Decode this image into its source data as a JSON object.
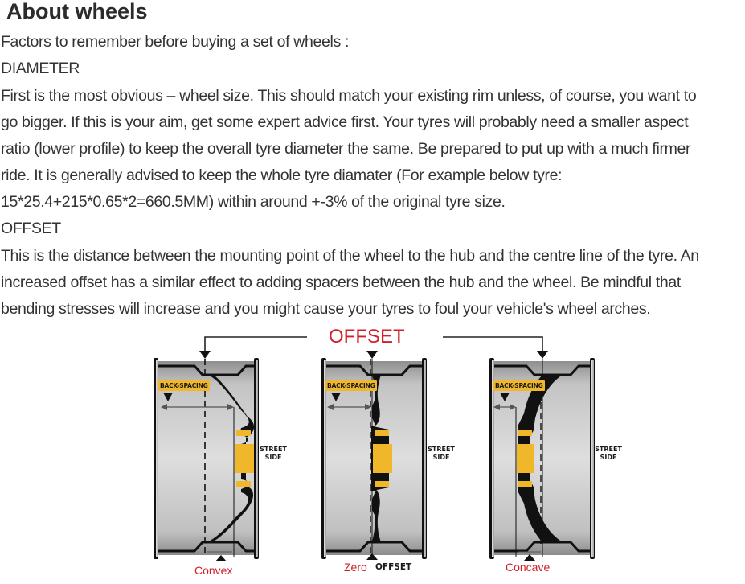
{
  "title": "About wheels",
  "intro": "Factors to remember before buying a set of wheels :",
  "sections": [
    {
      "heading": "DIAMETER",
      "lines": [
        "First is the most obvious – wheel size. This should match your existing rim unless, of course, you want to",
        "go bigger. If this is your aim, get some expert advice first. Your tyres will probably need a smaller aspect",
        "ratio (lower profile) to keep the overall tyre diameter the same. Be prepared to put up with a much firmer",
        "ride. It is generally advised to keep the whole tyre diamater (For example below tyre:",
        "15*25.4+215*0.65*2=660.5MM) within around +-3% of the original tyre size."
      ]
    },
    {
      "heading": "OFFSET",
      "lines": [
        "This is the distance between the mounting point of the wheel to the hub and the centre line of the tyre. An",
        "increased offset has a similar effect to adding spacers between the hub and the wheel. Be mindful that",
        "bending stresses will increase and you might cause your tyres to foul your vehicle's wheel arches."
      ]
    }
  ],
  "diagram": {
    "header_label": "OFFSET",
    "colors": {
      "accent_red": "#d0202a",
      "hub_yellow": "#f0b72a",
      "rim_gray": "#b8b8b8"
    },
    "wheels": [
      {
        "type": "convex",
        "back_spacing_label": "BACK-SPACING",
        "side_label_1": "STREET",
        "side_label_2": "SIDE",
        "caption_red": "Convex",
        "caption_black": ""
      },
      {
        "type": "zero",
        "back_spacing_label": "BACK-SPACING",
        "side_label_1": "STREET",
        "side_label_2": "SIDE",
        "caption_red": "Zero",
        "caption_black": "OFFSET"
      },
      {
        "type": "concave",
        "back_spacing_label": "BACK-SPACING",
        "side_label_1": "STREET",
        "side_label_2": "SIDE",
        "caption_red": "Concave",
        "caption_black": ""
      }
    ]
  }
}
